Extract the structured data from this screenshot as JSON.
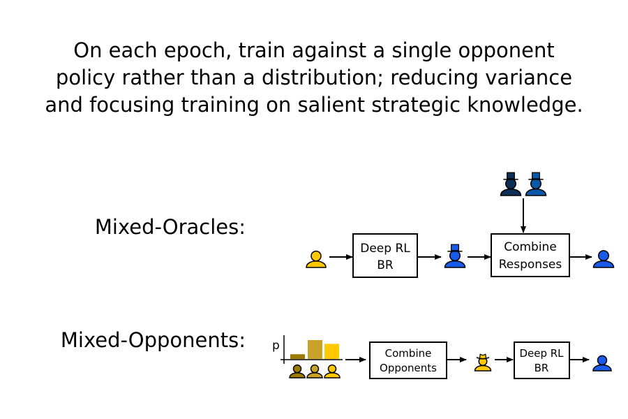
{
  "title": {
    "lines": [
      "On each epoch, train against a single opponent",
      "policy rather than a distribution; reducing variance",
      "and focusing training on salient strategic knowledge."
    ]
  },
  "mixed_oracles": {
    "label": "Mixed-Oracles:",
    "box1": [
      "Deep RL",
      "BR"
    ],
    "box2": [
      "Combine",
      "Responses"
    ]
  },
  "mixed_opponents": {
    "label": "Mixed-Opponents:",
    "axis_label": "p",
    "distribution": [
      0.25,
      1.0,
      0.8
    ],
    "box1": [
      "Combine",
      "Opponents"
    ],
    "box2": [
      "Deep RL",
      "BR"
    ]
  },
  "colors": {
    "yellow": "#ffc800",
    "blue": "#1a5ae8",
    "dark_navy": "#0d2e55",
    "mid_blue": "#0b58a8",
    "dark_gold": "#9c7a00",
    "mid_gold": "#c9a227"
  }
}
